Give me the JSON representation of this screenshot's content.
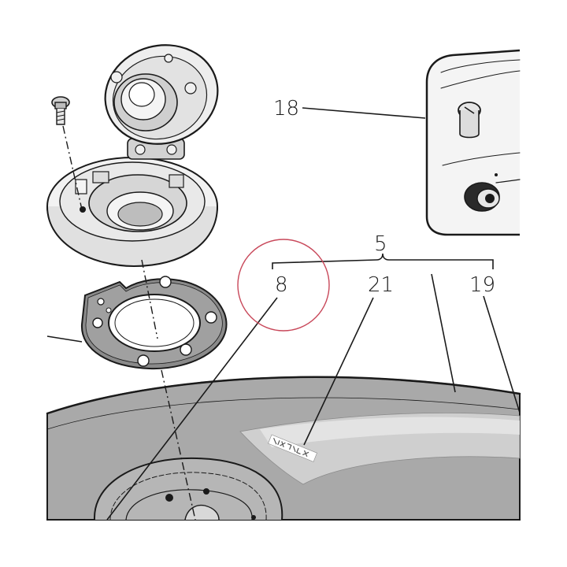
{
  "callouts": {
    "part_18": "18",
    "group_5": "5",
    "part_8": "8",
    "part_21": "21",
    "part_19": "19"
  },
  "highlight": {
    "color": "#c8485a"
  },
  "colors": {
    "tank": "#a9a9a9",
    "tank_edge": "#8d8d8d",
    "decal_stripe": "#cfcfcf",
    "gasket": "#8a8a8a",
    "ink": "#1a1a1a"
  }
}
